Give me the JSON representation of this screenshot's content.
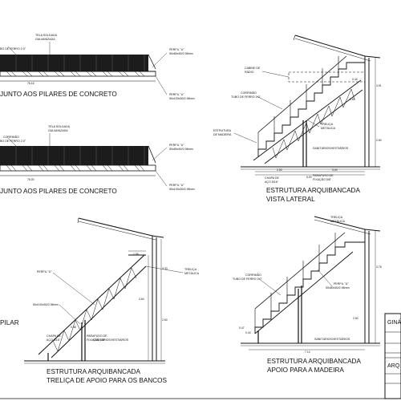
{
  "drawing": {
    "titles": {
      "pilares_a": "JUNTO AOS PILARES DE CONCRETO",
      "pilares_b": "JUNTO AOS PILARES DE CONCRETO",
      "lateral_line1": "ESTRUTURA ARQUIBANCADA",
      "lateral_line2": "VISTA LATERAL",
      "trelica_line1": "ESTRUTURA ARQUIBANCADA",
      "trelica_line2": "TRELIÇA DE APOIO PARA OS BANCOS",
      "madeira_line1": "ESTRUTURA ARQUIBANCADA",
      "madeira_line2": "APOIO PARA A MADEIRA",
      "pilar_fragment": "PILAR"
    },
    "labels": {
      "tela_soldada_1": "TELA SOLDADA",
      "tela_galvanizada_1": "GALVANIZADA",
      "tubo_1": "BO DE FERRO 2.0\"",
      "perfil_u_1": "PERFIL \"U\"",
      "perfil_u_1b": "50x80x50/2.98mm",
      "perfil_u_2": "PERFIL \"U\"",
      "perfil_u_2b": "50x100x50/2.98mm",
      "tela_soldada_2": "TELA SOLDADA",
      "tela_galvanizada_2": "GALVANIZADA",
      "corrimao_2": "CORRIMÃO",
      "tubo_2": "BO DE FERRO 2.0\"",
      "perfil_u_3": "PERFIL \"U\"",
      "perfil_u_3b": "50x80x50/2.98mm",
      "perfil_u_4": "PERFIL \"U\"",
      "perfil_u_4b": "50x100x50/2.98mm",
      "cabine_radio_1": "CABINE DE",
      "cabine_radio_2": "RÁDIO",
      "corrimao_3": "CORRIMÃO",
      "tubo_3": "TUBO DE FERRO 2.0\"",
      "estrutura_madeira_1": "ESTRUTURA",
      "estrutura_madeira_2": "DE MADEIRA",
      "trelica_met_1": "TRELIÇA",
      "trelica_met_2": "METÁLICA",
      "chapa_aco_1": "CHAPA DE",
      "chapa_aco_2": "AÇO 5/16\"",
      "parafuso_1": "PARAFUSO DE",
      "parafuso_2": "FIXAÇÃO 5/8\"",
      "sanitarios_1": "SANITÁRIOS/VESTIÁRIOS",
      "trelica_met_3": "TRELIÇA",
      "trelica_met_4": "METÁLICA",
      "perfil_u_5": "PERFIL \"U\"",
      "perfil_u_5b": "50x100x50/2.98mm",
      "chapa_aco_3": "CHAPA DE",
      "chapa_aco_4": "AÇO 5/16\"",
      "parafuso_3": "PARAFUSO DE",
      "parafuso_4": "FIXAÇÃO 5/8\"",
      "sanitarios_2": "SANITÁRIOS/VESTIÁRIOS",
      "trelica_met_5": "TRELIÇA",
      "trelica_met_6": "METÁLICA",
      "corrimao_4": "CORRIMÃO",
      "tubo_4": "TUBO DE FERRO 2.0\"",
      "perfil_u_6": "PERFIL \"U\"",
      "perfil_u_6b": "50x80x50/2.98mm",
      "sanitarios_3": "SANITÁRIOS/VESTIÁRIOS"
    },
    "dims": {
      "top_width_1": "76,16",
      "top_width_2": "76,00",
      "lat_w1": "2.50",
      "lat_w2": "3.00",
      "lat_total": "5.00",
      "lat_h1": "0.44",
      "lat_h2": "2.63",
      "lat_h3": "3.91",
      "lat_h4": "2.60",
      "tre_top": "1.56",
      "tre_h1": "3.33",
      "tre_h2": "2.60",
      "tre_h3": "3.64",
      "tre_base": "0.48",
      "mad_h1": "3.76",
      "mad_h2": "2.60",
      "mad_h3": "0.47",
      "mad_h4": "0.44",
      "mad_w": "7.14"
    },
    "title_block": {
      "name": "GINÁ",
      "code": "ARQ"
    }
  }
}
